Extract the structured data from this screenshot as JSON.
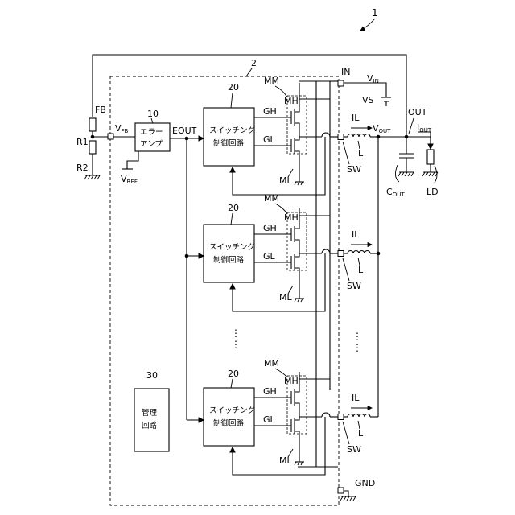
{
  "figure_number": "1",
  "ic": {
    "label": "2",
    "error_amp": {
      "ref": "10",
      "name_line1": "エラー",
      "name_line2": "アンプ"
    },
    "output_signal": "EOUT",
    "vfb": {
      "main": "V",
      "sub": "FB"
    },
    "vref": {
      "main": "V",
      "sub": "REF"
    },
    "switching_control": {
      "ref": "20",
      "name_line1": "スイッチング",
      "name_line2": "制御回路"
    },
    "gate_high": "GH",
    "gate_low": "GL",
    "module": "MM",
    "high_side": "MH",
    "low_side": "ML",
    "sw_terminal": "SW",
    "management": {
      "ref": "30",
      "name_line1": "管理",
      "name_line2": "回路"
    },
    "ellipsis": "⋮"
  },
  "terminals": {
    "input": "IN",
    "output": "OUT",
    "ground": "GND",
    "feedback": "FB"
  },
  "external": {
    "resistor_top": "R1",
    "resistor_bottom": "R2",
    "inductor": "L",
    "inductor_current": "IL",
    "vin": {
      "main": "V",
      "sub": "IN"
    },
    "source": "VS",
    "vout": {
      "main": "V",
      "sub": "OUT"
    },
    "iout": {
      "main": "I",
      "sub": "OUT"
    },
    "cout": {
      "main": "C",
      "sub": "OUT"
    },
    "load": "LD"
  }
}
